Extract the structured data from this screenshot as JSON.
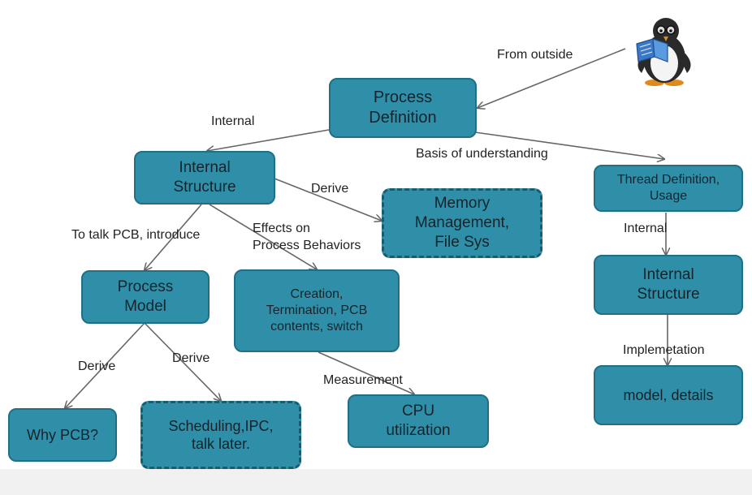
{
  "colors": {
    "node_fill": "#2f8fa8",
    "node_border": "#1f6f86",
    "edge": "#666666"
  },
  "nodes": {
    "process_definition": "Process\nDefinition",
    "internal_structure": "Internal\nStructure",
    "memory_management": "Memory\nManagement,\nFile Sys",
    "thread_definition": "Thread Definition,\nUsage",
    "process_model": "Process\nModel",
    "creation_termination": "Creation,\nTermination, PCB\ncontents, switch",
    "thread_internal_structure": "Internal\nStructure",
    "why_pcb": "Why PCB?",
    "scheduling_ipc": "Scheduling,IPC,\ntalk later.",
    "cpu_utilization": "CPU\nutilization",
    "model_details": "model, details"
  },
  "edge_labels": {
    "from_outside": "From outside",
    "internal_left": "Internal",
    "basis_of_understanding": "Basis of understanding",
    "derive_memory": "Derive",
    "to_talk_pcb": "To talk PCB, introduce",
    "effects_on": "Effects on\nProcess Behaviors",
    "internal_right": "Internal",
    "derive_left": "Derive",
    "derive_right": "Derive",
    "implemetation": "Implemetation",
    "measurement": "Measurement"
  },
  "icons": {
    "penguin": "reading-penguin-icon"
  }
}
